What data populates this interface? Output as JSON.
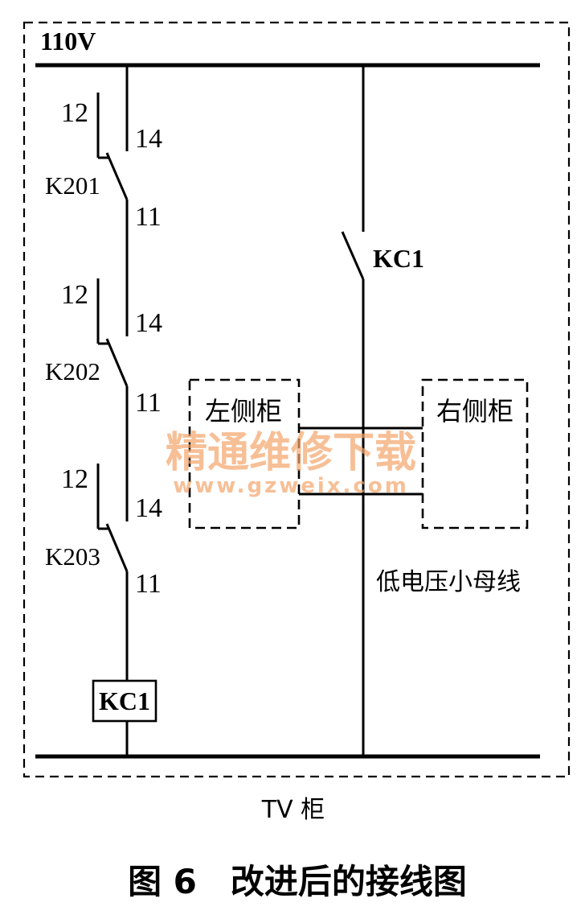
{
  "diagram": {
    "supply_label": "110V",
    "contacts": [
      {
        "name": "K201",
        "pin_nc": "12",
        "pin_no": "14",
        "pin_common": "11"
      },
      {
        "name": "K202",
        "pin_nc": "12",
        "pin_no": "14",
        "pin_common": "11"
      },
      {
        "name": "K203",
        "pin_nc": "12",
        "pin_no": "14",
        "pin_common": "11"
      }
    ],
    "relay_contact_label": "KC1",
    "relay_coil_label": "KC1",
    "left_cabinet_label": "左侧柜",
    "right_cabinet_label": "右侧柜",
    "bus_label": "低电压小母线",
    "cabinet_label": "TV 柜"
  },
  "watermark": {
    "title": "精通维修下载",
    "url": "www.gzweix.com",
    "color": "#f4a46a"
  },
  "caption": "图 6　改进后的接线图"
}
